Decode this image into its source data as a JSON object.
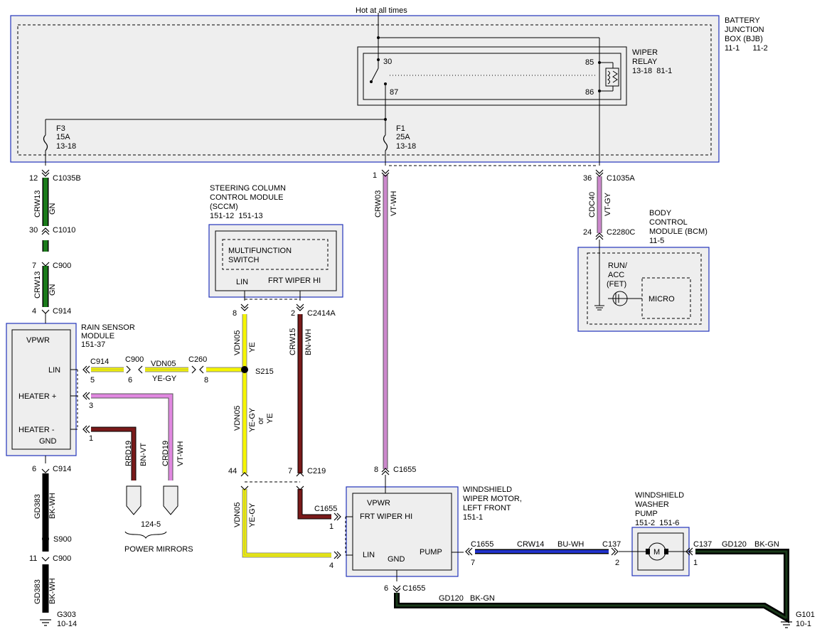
{
  "colors": {
    "box_fill": "#eeeeee",
    "box_border": "#2233bb",
    "wire_black": "#000000",
    "wire_green": "#1a7a1a",
    "wire_violet": "#cc88cc",
    "wire_yellow": "#f5f500",
    "wire_brown": "#7a1a1a",
    "wire_pink": "#e088e0",
    "wire_blue": "#2233cc"
  },
  "header": {
    "power_label": "Hot at all times"
  },
  "bjb": {
    "title_lines": [
      "BATTERY",
      "JUNCTION",
      "BOX (BJB)"
    ],
    "ref": "11-1      11-2",
    "fuse_f3": {
      "name": "F3",
      "rating": "15A",
      "ref": "13-18"
    },
    "fuse_f1": {
      "name": "F1",
      "rating": "25A",
      "ref": "13-18"
    }
  },
  "relay": {
    "title_lines": [
      "WIPER",
      "RELAY"
    ],
    "ref": "13-18  81-1",
    "pins": {
      "p30": "30",
      "p87": "87",
      "p85": "85",
      "p86": "86"
    }
  },
  "connectors": {
    "c1035b": {
      "pin": "12",
      "name": "C1035B"
    },
    "c1010": {
      "pin": "30",
      "name": "C1010"
    },
    "c900_top": {
      "pin": "7",
      "name": "C900"
    },
    "c914_top": {
      "pin": "4",
      "name": "C914"
    },
    "c914_bottom": {
      "pin": "6",
      "name": "C914"
    },
    "c900_bottom": {
      "pin": "11",
      "name": "C900"
    },
    "c914_lin": {
      "pin": "5",
      "name": "C914"
    },
    "c900_lin": {
      "pin": "6",
      "name": "C900"
    },
    "c260": {
      "pin": "8",
      "name": "C260"
    },
    "heater_plus_pin": "3",
    "heater_minus_pin": "1",
    "sccm_lin_pin": "8",
    "sccm_hi_pin": "2",
    "c2414a": "C2414A",
    "c219": {
      "pin_left": "44",
      "pin_right": "7",
      "name": "C219"
    },
    "c1655_hi": {
      "name": "C1655",
      "pin": "1"
    },
    "c1655_lin_pin": "4",
    "c1655_top": {
      "pin": "8",
      "name": "C1655"
    },
    "c1655_pump": {
      "name": "C1655",
      "pin": "7"
    },
    "c1655_gnd": {
      "pin": "6",
      "name": "C1655"
    },
    "c1035a": {
      "pin": "36",
      "name": "C1035A"
    },
    "c2280c": {
      "pin": "24",
      "name": "C2280C"
    },
    "c137_left": {
      "name": "C137",
      "pin": "2"
    },
    "c137_right": {
      "name": "C137",
      "pin": "1"
    }
  },
  "wires": {
    "crw13_a": {
      "circuit": "CRW13",
      "color": "GN"
    },
    "crw13_b": {
      "circuit": "CRW13",
      "color": "GN"
    },
    "gd383_a": {
      "circuit": "GD383",
      "color": "BK-WH"
    },
    "gd383_b": {
      "circuit": "GD383",
      "color": "BK-WH"
    },
    "crw03": {
      "circuit": "CRW03",
      "color": "VT-WH"
    },
    "cdc40": {
      "circuit": "CDC40",
      "color": "VT-GY"
    },
    "vdn05_lin": {
      "circuit": "VDN05",
      "color": "YE-GY"
    },
    "vdn05_top": {
      "circuit": "VDN05",
      "color": "YE"
    },
    "vdn05_mid": {
      "circuit": "VDN05",
      "color_a": "YE-GY",
      "or": "or",
      "color_b": "YE"
    },
    "vdn05_bottom": {
      "circuit": "VDN05",
      "color": "YE-GY"
    },
    "crw15": {
      "circuit": "CRW15",
      "color": "BN-WH"
    },
    "rrd19": {
      "circuit": "RRD19",
      "color": "BN-VT"
    },
    "crd19": {
      "circuit": "CRD19",
      "color": "VT-WH"
    },
    "crw14": {
      "circuit": "CRW14",
      "color": "BU-WH"
    },
    "gd120_bottom": {
      "circuit": "GD120",
      "color": "BK-GN"
    },
    "gd120_right": {
      "circuit": "GD120",
      "color": "BK-GN"
    }
  },
  "splices": {
    "s215": "S215",
    "s900": "S900"
  },
  "grounds": {
    "g303": {
      "name": "G303",
      "ref": "10-14"
    },
    "g101": {
      "name": "G101",
      "ref": "10-1"
    }
  },
  "sccm": {
    "title_lines": [
      "STEERING COLUMN",
      "CONTROL MODULE",
      "(SCCM)"
    ],
    "ref": "151-12  151-13",
    "switch_lines": [
      "MULTIFUNCTION",
      "SWITCH"
    ],
    "pin_lin": "LIN",
    "pin_hi": "FRT WIPER HI"
  },
  "rain_sensor": {
    "title_lines": [
      "RAIN SENSOR",
      "MODULE"
    ],
    "ref": "151-37",
    "vpwr": "VPWR",
    "lin": "LIN",
    "heater_plus": "HEATER +",
    "heater_minus": "HEATER -",
    "gnd": "GND"
  },
  "mirrors": {
    "ref": "124-5",
    "label": "POWER MIRRORS"
  },
  "bcm": {
    "title_lines": [
      "BODY",
      "CONTROL",
      "MODULE (BCM)"
    ],
    "ref": "11-5",
    "fet_lines": [
      "RUN/",
      "ACC",
      "(FET)"
    ],
    "micro": "MICRO"
  },
  "wiper_motor": {
    "title_lines": [
      "WINDSHIELD",
      "WIPER MOTOR,",
      "LEFT FRONT"
    ],
    "ref": "151-1",
    "vpwr": "VPWR",
    "frt_hi": "FRT WIPER HI",
    "lin": "LIN",
    "gnd": "GND",
    "pump": "PUMP"
  },
  "washer_pump": {
    "title_lines": [
      "WINDSHIELD",
      "WASHER",
      "PUMP"
    ],
    "ref": "151-2  151-6",
    "motor_symbol": "M"
  }
}
